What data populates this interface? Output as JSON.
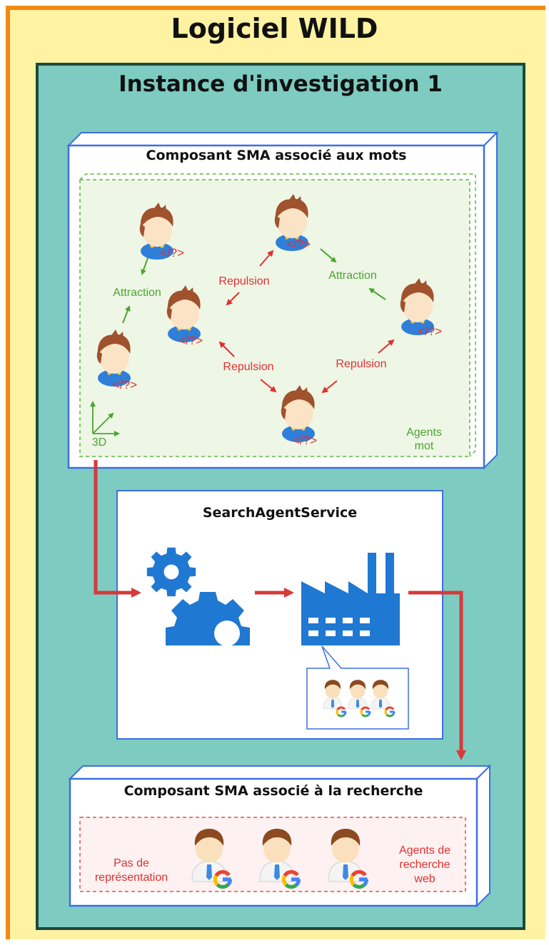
{
  "software": {
    "title": "Logiciel WILD"
  },
  "instance": {
    "title": "Instance d'investigation 1"
  },
  "word_component": {
    "title": "Composant SMA associé aux mots",
    "labels": {
      "attraction_left": "Attraction",
      "attraction_right": "Attraction",
      "repulsion_top": "Repulsion",
      "repulsion_bottom_left": "Repulsion",
      "repulsion_bottom_right": "Repulsion",
      "axes": "3D",
      "agents_line1": "Agents",
      "agents_line2": "mot"
    },
    "agent_tag": "</?>"
  },
  "service": {
    "title": "SearchAgentService",
    "agent_tag": "G"
  },
  "search_component": {
    "title": "Composant SMA associé à la recherche",
    "no_repr_line1": "Pas de",
    "no_repr_line2": "représentation",
    "agents_line1": "Agents de",
    "agents_line2": "recherche",
    "agents_line3": "web",
    "agent_tag": "G"
  },
  "colors": {
    "outer_bg": "#fff2a2",
    "outer_border": "#f08a14",
    "instance_bg": "#7ecbc1",
    "instance_border": "#1c4a3b",
    "box_border": "#3d6fe0",
    "attraction": "#4aa530",
    "repulsion": "#e03030",
    "flow_arrow": "#d63a3a",
    "icon_blue": "#1f78d1"
  }
}
